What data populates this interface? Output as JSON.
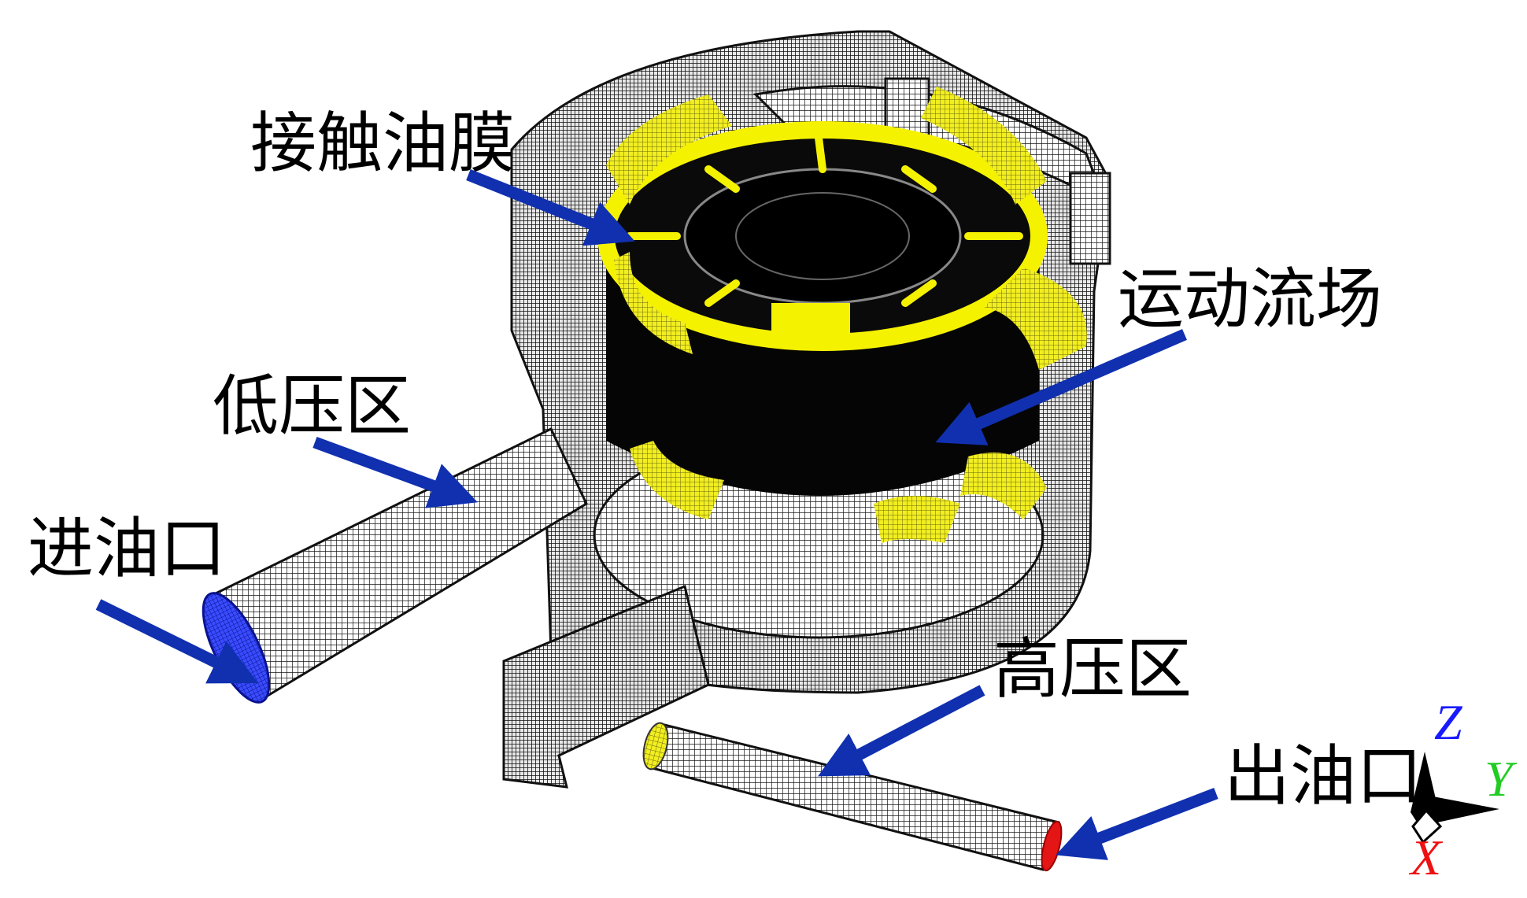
{
  "labels": {
    "contact_oil_film": "接触油膜",
    "moving_flow_field": "运动流场",
    "low_pressure_zone": "低压区",
    "oil_inlet": "进油口",
    "high_pressure_zone": "高压区",
    "oil_outlet": "出油口"
  },
  "axes": {
    "z": "Z",
    "y": "Y",
    "x": "X"
  },
  "colors": {
    "mesh": "#1a1a1a",
    "oil_film": "#f5f200",
    "inlet_face": "#2233dd",
    "outlet_face": "#dd1111",
    "arrow": "#1030b0",
    "axis_z": "#1a1aff",
    "axis_y": "#22cc22",
    "axis_x": "#ee1111"
  }
}
